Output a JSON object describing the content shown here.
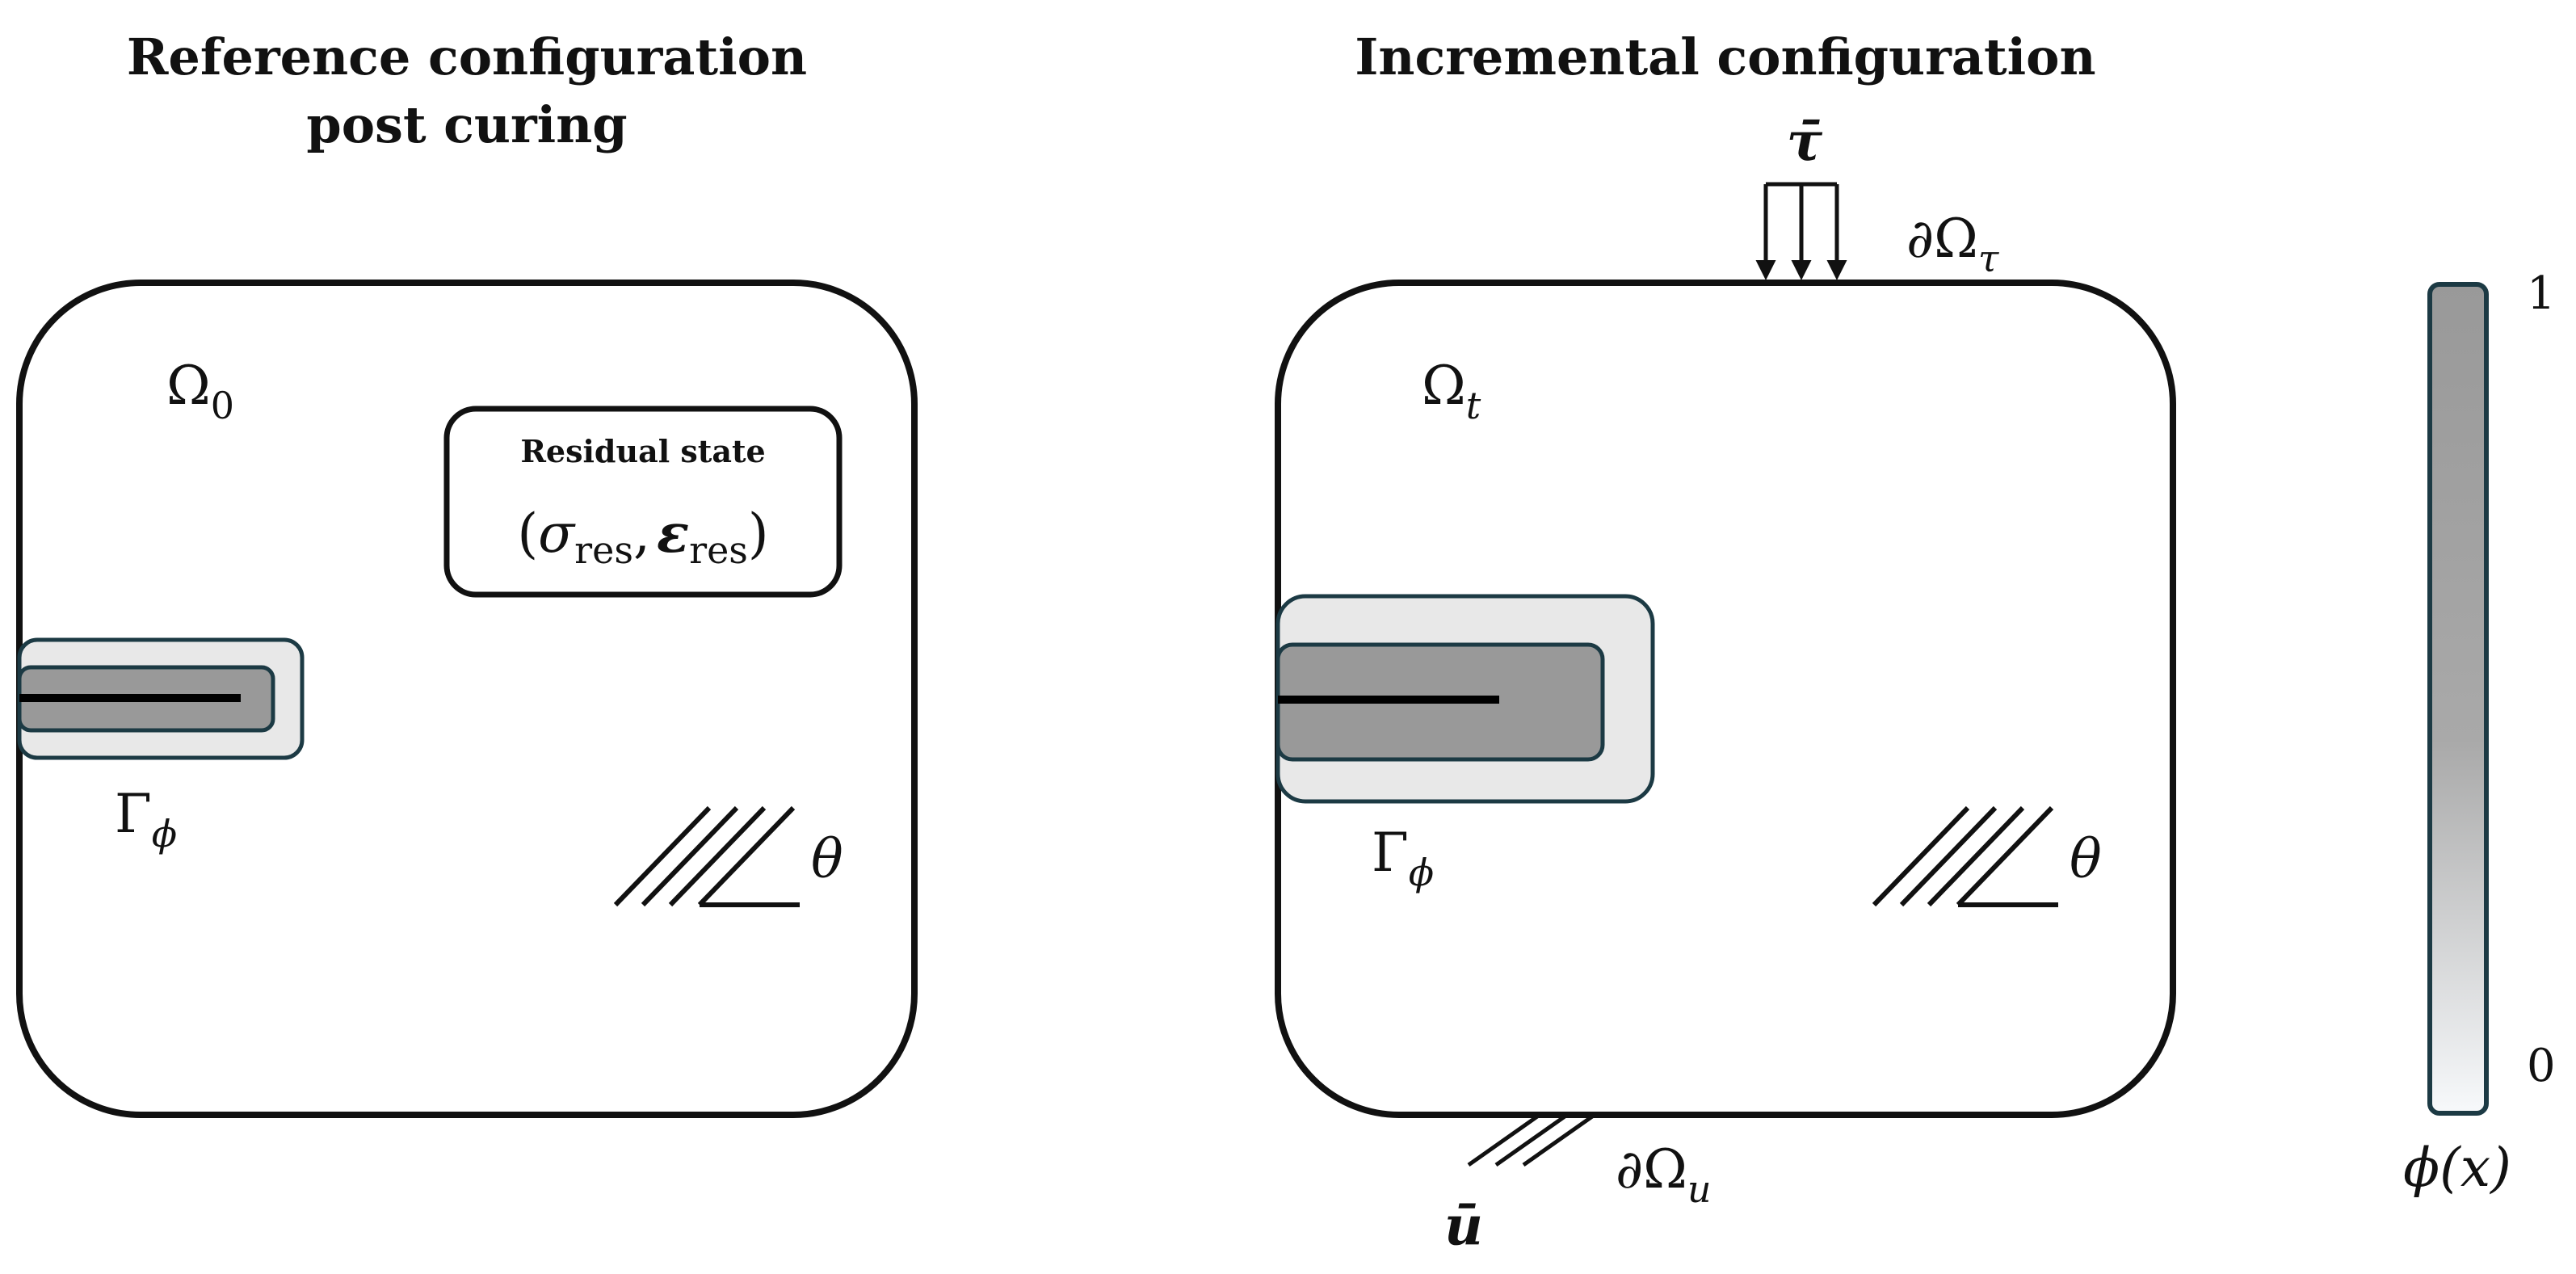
{
  "panels": {
    "left": {
      "title_line1": "Reference configuration",
      "title_line2": "post curing",
      "domain_symbol": "Ω",
      "domain_subscript": "0",
      "residual_box": {
        "title": "Residual state",
        "open_paren": "(",
        "sigma": "σ",
        "sigma_sub": "res",
        "comma": ",",
        "epsilon": "ε",
        "epsilon_sub": "res",
        "close_paren": ")"
      },
      "crack_symbol": "Γ",
      "crack_subscript": "ϕ",
      "fiber_angle_symbol": "θ"
    },
    "right": {
      "title": "Incremental configuration",
      "traction_symbol": "τ̄",
      "traction_boundary_symbol": "∂Ω",
      "traction_boundary_subscript": "τ",
      "domain_symbol": "Ω",
      "domain_subscript": "t",
      "crack_symbol": "Γ",
      "crack_subscript": "ϕ",
      "fiber_angle_symbol": "θ",
      "displacement_symbol": "ū",
      "displacement_boundary_symbol": "∂Ω",
      "displacement_boundary_subscript": "u"
    }
  },
  "colorbar": {
    "max_label": "1",
    "min_label": "0",
    "label": "ϕ(x)",
    "top_color": "#999999",
    "bottom_color": "#f7f9fb",
    "border_color": "#1c3a44"
  },
  "colors": {
    "crack_core": "#999999",
    "crack_halo": "#e8e8e8",
    "crack_border": "#1c3a44",
    "domain_stroke": "#111111"
  }
}
